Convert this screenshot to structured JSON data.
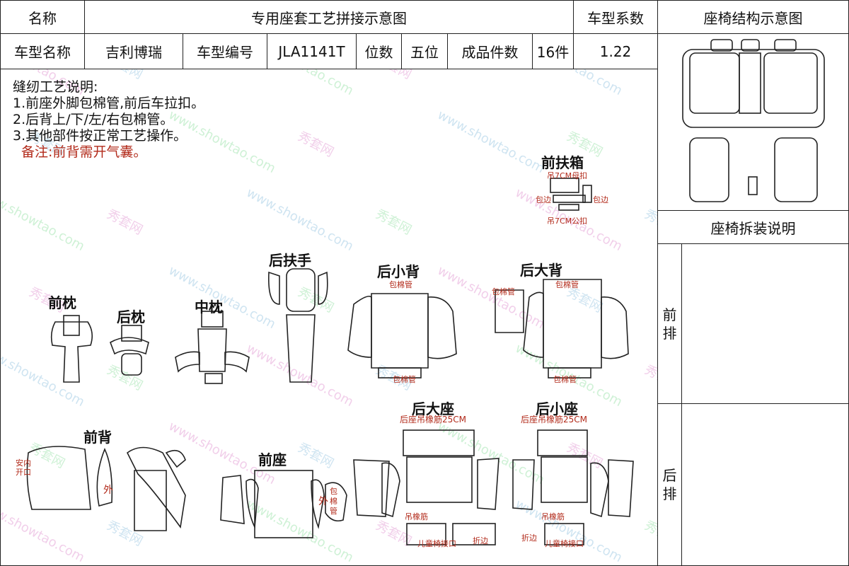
{
  "header": {
    "name_label": "名称",
    "title": "专用座套工艺拼接示意图",
    "coef_label": "车型系数",
    "structure_title": "座椅结构示意图"
  },
  "info_row": {
    "model_name_label": "车型名称",
    "model_name": "吉利博瑞",
    "model_code_label": "车型编号",
    "model_code": "JLA1141T",
    "seats_label": "位数",
    "seats": "五位",
    "pieces_label": "成品件数",
    "pieces": "16件",
    "coef": "1.22"
  },
  "notes": {
    "heading": "缝纫工艺说明:",
    "line1": "1.前座外脚包棉管,前后车拉扣。",
    "line2": "2.后背上/下/左/右包棉管。",
    "line3": "3.其他部件按正常工艺操作。",
    "remark": "备注:前背需开气囊。"
  },
  "right_panel": {
    "disassembly_title": "座椅拆装说明",
    "front_row": "前排",
    "rear_row": "后排"
  },
  "parts": {
    "front_armrest_box": "前扶箱",
    "front_pillow": "前枕",
    "rear_pillow": "后枕",
    "middle_pillow": "中枕",
    "rear_armrest": "后扶手",
    "rear_small_back": "后小背",
    "rear_large_back": "后大背",
    "front_back": "前背",
    "front_seat": "前座",
    "rear_large_seat": "后大座",
    "rear_small_seat": "后小座"
  },
  "annotations": {
    "hang_7cm_buckle": "吊7CM母扣",
    "hang_7cm_male": "吊7CM公扣",
    "wrap": "包边",
    "cotton_pipe": "包棉管",
    "rear_seat_elastic": "后座吊橡筋25CM",
    "hang_elastic": "吊橡筋",
    "child_seat_port": "儿童椅接口",
    "fold": "折边",
    "airbag_opening": "安内开口",
    "outer": "外"
  },
  "watermarks": [
    "www.showtao.com",
    "秀套网"
  ],
  "colors": {
    "annotation_red": "#b22a1a",
    "line": "#222222"
  }
}
